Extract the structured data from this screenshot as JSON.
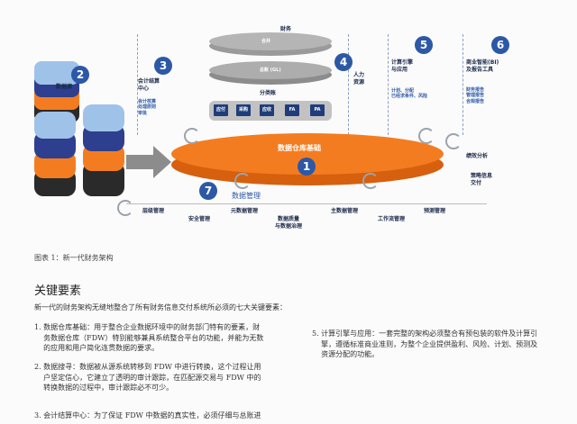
{
  "diagram": {
    "finance_title": "财务",
    "consolidation": "合并",
    "general_ledger": "总账 (GL)",
    "subledger": "分类账",
    "subledger_boxes": [
      "应付",
      "采购",
      "应收",
      "FA",
      "PA"
    ],
    "hr": "人力\n资源",
    "calc_engine_title": "计算引擎\n与应用",
    "calc_engine_items": "计划、分配\n已经求条件、风险",
    "bi_title": "商业智能(BI)\n及报告工具",
    "bi_items": "财务报告\n管理报告\n合规报告",
    "data_source": "数据源",
    "accounting_center_title": "会计结算\n中心",
    "accounting_center_items": "会计核算\n处理原则\n审批",
    "warehouse": "数据仓库基础",
    "data_mgmt": "数据管理",
    "analytics": "绩效分析",
    "strategy": "策略信息\n交付",
    "bottom_labels": [
      "层级管理",
      "安全管理",
      "元数据管理",
      "数据质量\n与数据治理",
      "主数据管理",
      "工作流管理",
      "预测管理"
    ],
    "badges": [
      "1",
      "2",
      "3",
      "4",
      "5",
      "6",
      "7"
    ]
  },
  "caption": "图表 1：新一代财务架构",
  "heading": "关键要素",
  "intro": "新一代的财务架构无缝地整合了所有财务信息交付系统所必须的七大关键要素：",
  "items_left": [
    "1. 数据仓库基础：用于整合企业数据环境中的财务部门特有的要素，财\n    务数据仓库（FDW）特别能够兼具系统整合平台的功能，并能为无数\n    的应用和用户简化连贯数据的要求。",
    "2. 数据搜寻：数据被从源系统转移到 FDW 中进行转换，这个过程让用\n    户坚定信心，它建立了透明的审计跟踪，在匹配源交易与 FDW 中的\n    转换数据的过程中，审计跟踪必不可少。",
    "3. 会计结算中心：为了保证 FDW 中数据的真实性，必须仔细与总账进"
  ],
  "items_right": [
    "5. 计算引擎与应用：一套完整的架构必须整合有预包装的软件及计算引\n    擎，遵循标准商业准则，为整个企业提供盈利、风险、计划、预测及\n    资源分配的功能。"
  ],
  "colors": {
    "accent_blue": "#2d58a6",
    "orange": "#f47c20",
    "navy": "#1f3d7a"
  }
}
